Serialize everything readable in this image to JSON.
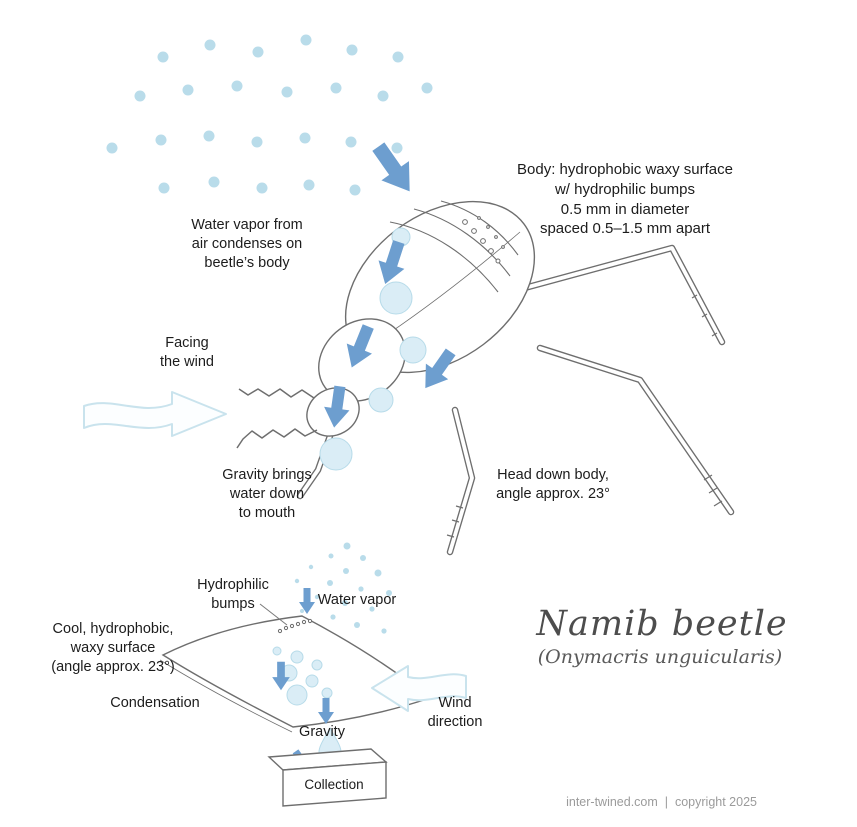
{
  "title": {
    "main": "Namib beetle",
    "sub": "(Onymacris unguicularis)"
  },
  "annotations": {
    "condense": "Water vapor from\nair condenses on\nbeetle’s body",
    "body_surface": "Body: hydrophobic waxy surface\nw/ hydrophilic bumps\n0.5 mm in diameter\nspaced 0.5–1.5 mm apart",
    "facing_wind": "Facing\nthe wind",
    "gravity_mouth": "Gravity brings\nwater down\nto mouth",
    "head_down": "Head down body,\nangle approx. 23°"
  },
  "inset": {
    "hydrophilic_bumps": "Hydrophilic\nbumps",
    "water_vapor": "Water vapor",
    "cool_surface": "Cool, hydrophobic,\nwaxy surface\n(angle approx. 23°)",
    "condensation": "Condensation",
    "gravity": "Gravity",
    "wind_direction": "Wind\ndirection",
    "collection": "Collection"
  },
  "footer": {
    "site": "inter-twined.com",
    "separator": "|",
    "copyright": "copyright 2025"
  },
  "colors": {
    "arrow": "#6d9ecf",
    "vapor": "#b9dcea",
    "droplet": "#daedf6",
    "outline": "#6e6e6e",
    "wind": "#c9e3ed"
  }
}
